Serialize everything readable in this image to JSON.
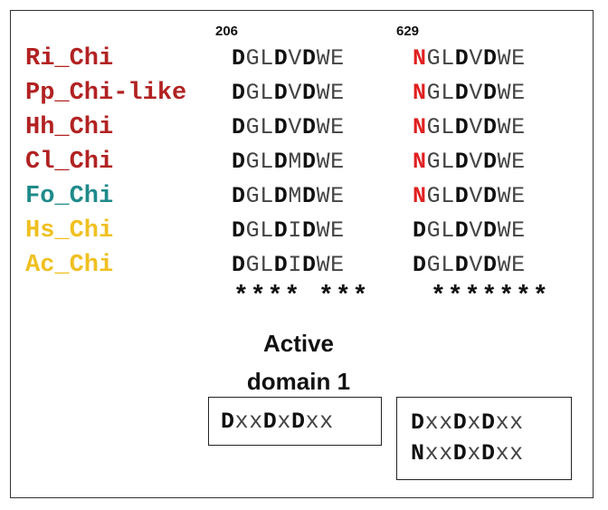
{
  "position_labels": {
    "left": "206",
    "right": "629"
  },
  "species": [
    {
      "name": "Ri_Chi",
      "color": "#b22222"
    },
    {
      "name": "Pp_Chi-like",
      "color": "#b22222"
    },
    {
      "name": "Hh_Chi",
      "color": "#b22222"
    },
    {
      "name": "Cl_Chi",
      "color": "#b22222"
    },
    {
      "name": "Fo_Chi",
      "color": "#1f8a8a"
    },
    {
      "name": "Hs_Chi",
      "color": "#f0c020"
    },
    {
      "name": "Ac_Chi",
      "color": "#f0c020"
    }
  ],
  "alignment_left": [
    [
      [
        "D",
        "b"
      ],
      [
        "G",
        ""
      ],
      [
        "L",
        ""
      ],
      [
        "D",
        "b"
      ],
      [
        "V",
        ""
      ],
      [
        "D",
        "b"
      ],
      [
        "W",
        ""
      ],
      [
        "E",
        ""
      ]
    ],
    [
      [
        "D",
        "b"
      ],
      [
        "G",
        ""
      ],
      [
        "L",
        ""
      ],
      [
        "D",
        "b"
      ],
      [
        "V",
        ""
      ],
      [
        "D",
        "b"
      ],
      [
        "W",
        ""
      ],
      [
        "E",
        ""
      ]
    ],
    [
      [
        "D",
        "b"
      ],
      [
        "G",
        ""
      ],
      [
        "L",
        ""
      ],
      [
        "D",
        "b"
      ],
      [
        "V",
        ""
      ],
      [
        "D",
        "b"
      ],
      [
        "W",
        ""
      ],
      [
        "E",
        ""
      ]
    ],
    [
      [
        "D",
        "b"
      ],
      [
        "G",
        ""
      ],
      [
        "L",
        ""
      ],
      [
        "D",
        "b"
      ],
      [
        "M",
        ""
      ],
      [
        "D",
        "b"
      ],
      [
        "W",
        ""
      ],
      [
        "E",
        ""
      ]
    ],
    [
      [
        "D",
        "b"
      ],
      [
        "G",
        ""
      ],
      [
        "L",
        ""
      ],
      [
        "D",
        "b"
      ],
      [
        "M",
        ""
      ],
      [
        "D",
        "b"
      ],
      [
        "W",
        ""
      ],
      [
        "E",
        ""
      ]
    ],
    [
      [
        "D",
        "b"
      ],
      [
        "G",
        ""
      ],
      [
        "L",
        ""
      ],
      [
        "D",
        "b"
      ],
      [
        "I",
        ""
      ],
      [
        "D",
        "b"
      ],
      [
        "W",
        ""
      ],
      [
        "E",
        ""
      ]
    ],
    [
      [
        "D",
        "b"
      ],
      [
        "G",
        ""
      ],
      [
        "L",
        ""
      ],
      [
        "D",
        "b"
      ],
      [
        "I",
        ""
      ],
      [
        "D",
        "b"
      ],
      [
        "W",
        ""
      ],
      [
        "E",
        ""
      ]
    ]
  ],
  "alignment_right": [
    [
      [
        "N",
        "r"
      ],
      [
        "G",
        ""
      ],
      [
        "L",
        ""
      ],
      [
        "D",
        "b"
      ],
      [
        "V",
        ""
      ],
      [
        "D",
        "b"
      ],
      [
        "W",
        ""
      ],
      [
        "E",
        ""
      ]
    ],
    [
      [
        "N",
        "r"
      ],
      [
        "G",
        ""
      ],
      [
        "L",
        ""
      ],
      [
        "D",
        "b"
      ],
      [
        "V",
        ""
      ],
      [
        "D",
        "b"
      ],
      [
        "W",
        ""
      ],
      [
        "E",
        ""
      ]
    ],
    [
      [
        "N",
        "r"
      ],
      [
        "G",
        ""
      ],
      [
        "L",
        ""
      ],
      [
        "D",
        "b"
      ],
      [
        "V",
        ""
      ],
      [
        "D",
        "b"
      ],
      [
        "W",
        ""
      ],
      [
        "E",
        ""
      ]
    ],
    [
      [
        "N",
        "r"
      ],
      [
        "G",
        ""
      ],
      [
        "L",
        ""
      ],
      [
        "D",
        "b"
      ],
      [
        "V",
        ""
      ],
      [
        "D",
        "b"
      ],
      [
        "W",
        ""
      ],
      [
        "E",
        ""
      ]
    ],
    [
      [
        "N",
        "r"
      ],
      [
        "G",
        ""
      ],
      [
        "L",
        ""
      ],
      [
        "D",
        "b"
      ],
      [
        "V",
        ""
      ],
      [
        "D",
        "b"
      ],
      [
        "W",
        ""
      ],
      [
        "E",
        ""
      ]
    ],
    [
      [
        "D",
        "b"
      ],
      [
        "G",
        ""
      ],
      [
        "L",
        ""
      ],
      [
        "D",
        "b"
      ],
      [
        "V",
        ""
      ],
      [
        "D",
        "b"
      ],
      [
        "W",
        ""
      ],
      [
        "E",
        ""
      ]
    ],
    [
      [
        "D",
        "b"
      ],
      [
        "G",
        ""
      ],
      [
        "L",
        ""
      ],
      [
        "D",
        "b"
      ],
      [
        "V",
        ""
      ],
      [
        "D",
        "b"
      ],
      [
        "W",
        ""
      ],
      [
        "E",
        ""
      ]
    ]
  ],
  "conservation": {
    "left": "**** ***",
    "right": "*******"
  },
  "caption": {
    "line1": "Active",
    "line2": "domain 1"
  },
  "motifs": {
    "left": [
      [
        [
          "D",
          "b"
        ],
        [
          "x",
          ""
        ],
        [
          "x",
          ""
        ],
        [
          "D",
          "b"
        ],
        [
          "x",
          ""
        ],
        [
          "D",
          "b"
        ],
        [
          "x",
          ""
        ],
        [
          "x",
          ""
        ]
      ]
    ],
    "right": [
      [
        [
          "D",
          "b"
        ],
        [
          "x",
          ""
        ],
        [
          "x",
          ""
        ],
        [
          "D",
          "b"
        ],
        [
          "x",
          ""
        ],
        [
          "D",
          "b"
        ],
        [
          "x",
          ""
        ],
        [
          "x",
          ""
        ]
      ],
      [
        [
          "N",
          "b"
        ],
        [
          "x",
          ""
        ],
        [
          "x",
          ""
        ],
        [
          "D",
          "b"
        ],
        [
          "x",
          ""
        ],
        [
          "D",
          "b"
        ],
        [
          "x",
          ""
        ],
        [
          "x",
          ""
        ]
      ]
    ]
  }
}
